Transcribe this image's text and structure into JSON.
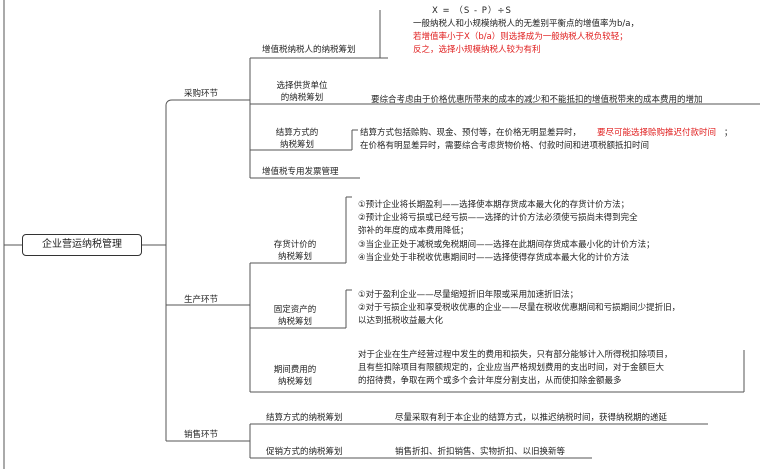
{
  "root": "企业营运纳税管理",
  "branches": {
    "purchase": "采购环节",
    "production": "生产环节",
    "sales": "销售环节"
  },
  "purchase": {
    "vat_taxpayer": {
      "title": "增值税纳税人的纳税筹划",
      "formula": "X = （S - P）÷S",
      "line1": "一般纳税人和小规模纳税人的无差别平衡点的增值率为b/a，",
      "line2": "若增值率小于X（b/a）则选择成为一般纳税人税负较轻；",
      "line3": "反之，选择小规模纳税人较为有利"
    },
    "supplier": {
      "title1": "选择供货单位",
      "title2": "的纳税筹划",
      "text": "要综合考虑由于价格优惠所带来的成本的减少和不能抵扣的增值税带来的成本费用的增加"
    },
    "settlement": {
      "title1": "结算方式的",
      "title2": "纳税筹划",
      "line1a": "结算方式包括赊购、现金、预付等，在价格无明显差异时，",
      "line1b": "要尽可能选择赊购推迟付款时间",
      "line1c": "；",
      "line2": "在价格有明显差异时，需要综合考虑货物价格、付款时间和进项税额抵扣时间"
    },
    "invoice": {
      "title": "增值税专用发票管理"
    }
  },
  "production": {
    "inventory": {
      "title1": "存货计价的",
      "title2": "纳税筹划",
      "line1": "①预计企业将长期盈利——选择使本期存货成本最大化的存货计价方法；",
      "line2": "②预计企业将亏损或已经亏损——选择的计价方法必须使亏损尚未得到完全",
      "line3": "弥补的年度的成本费用降低；",
      "line4": "③当企业正处于减税或免税期间——选择在此期间存货成本最小化的计价方法；",
      "line5": "④当企业处于非税收优惠期间时——选择使得存货成本最大化的计价方法"
    },
    "fixed_assets": {
      "title1": "固定资产的",
      "title2": "纳税筹划",
      "line1": "①对于盈利企业——尽量缩短折旧年限或采用加速折旧法；",
      "line2": "②对于亏损企业和享受税收优惠的企业——尽量在税收优惠期间和亏损期间少提折旧，",
      "line3": "以达到抵税收益最大化"
    },
    "period_expenses": {
      "title1": "期间费用的",
      "title2": "纳税筹划",
      "line1": "对于企业在生产经营过程中发生的费用和损失，只有部分能够计入所得税扣除项目，",
      "line2": "且有些扣除项目有限额规定的，企业应当严格规划费用的支出时间，对于金额巨大",
      "line3": "的招待费，争取在两个或多个会计年度分割支出，从而使扣除金额最多"
    }
  },
  "sales": {
    "settlement": {
      "title": "结算方式的纳税筹划",
      "text": "尽量采取有利于本企业的结算方式，以推迟纳税时间，获得纳税期的递延"
    },
    "promotion": {
      "title": "促销方式的纳税筹划",
      "text": "销售折扣、折扣销售、实物折扣、以旧换新等"
    }
  }
}
